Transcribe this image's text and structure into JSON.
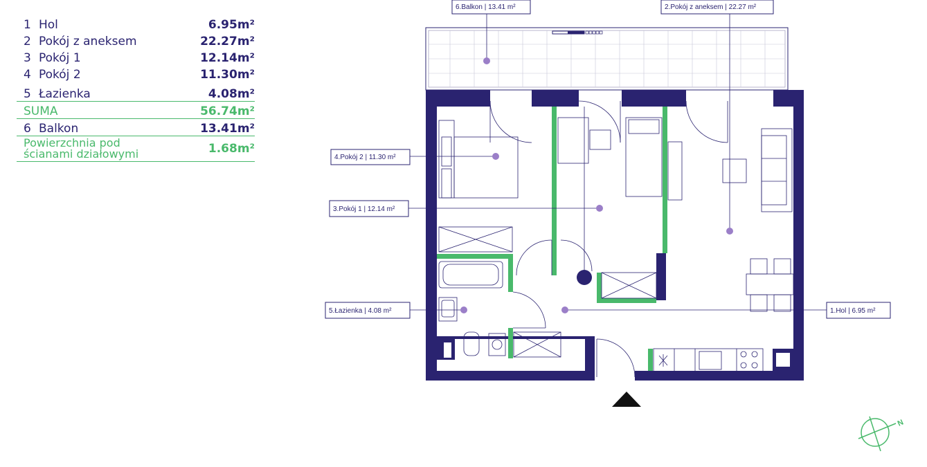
{
  "area_table": {
    "rows": [
      {
        "num": "1",
        "name": "Hol",
        "value": "6.95m²"
      },
      {
        "num": "2",
        "name": "Pokój z aneksem",
        "value": "22.27m²"
      },
      {
        "num": "3",
        "name": "Pokój 1",
        "value": "12.14m²"
      },
      {
        "num": "4",
        "name": "Pokój 2",
        "value": "11.30m²"
      },
      {
        "num": "5",
        "name": "Łazienka",
        "value": "4.08m²"
      }
    ],
    "sum": {
      "label": "SUMA",
      "value": "56.74m²"
    },
    "balcony": {
      "num": "6",
      "name": "Balkon",
      "value": "13.41m²"
    },
    "walls": {
      "label_line1": "Powierzchnia pod",
      "label_line2": "ścianami działowymi",
      "value": "1.68m²"
    }
  },
  "plan_labels": {
    "balkon": "6.Balkon |  13.41 m²",
    "pokoj_aneks": "2.Pokój z aneksem |  22.27 m²",
    "pokoj2": "4.Pokój 2 |  11.30 m²",
    "pokoj1": "3.Pokój 1 |  12.14 m²",
    "lazienka": "5.Łazienka |   4.08 m²",
    "hol": "1.Hol |    6.95 m²"
  },
  "compass": {
    "letter": "N"
  },
  "colors": {
    "wall": "#2a2370",
    "partition": "#49b96b",
    "marker": "#9b7fc8",
    "line": "#2a2370"
  }
}
